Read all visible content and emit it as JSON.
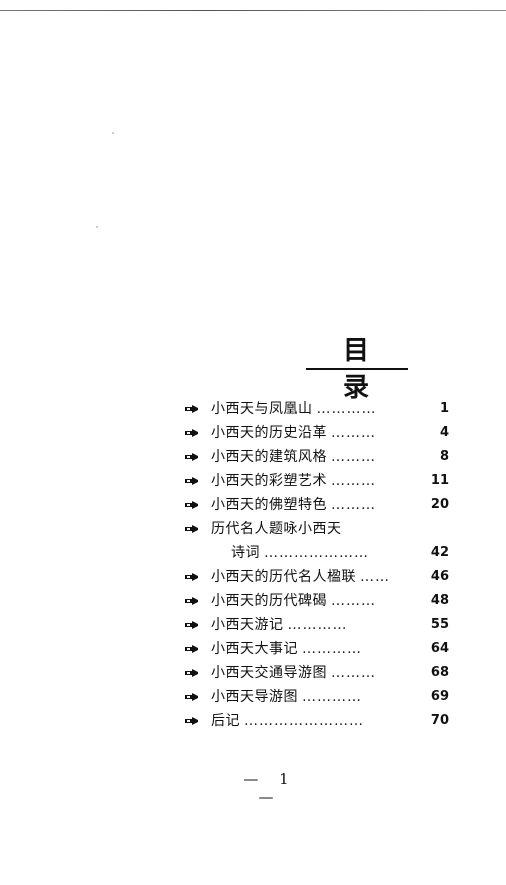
{
  "toc": {
    "title": "目  录",
    "entries": [
      {
        "title": "小西天与凤凰山",
        "dots": "…………",
        "page": "1"
      },
      {
        "title": "小西天的历史沿革",
        "dots": "………",
        "page": "4"
      },
      {
        "title": "小西天的建筑风格",
        "dots": "………",
        "page": "8"
      },
      {
        "title": "小西天的彩塑艺术",
        "dots": "………",
        "page": "11"
      },
      {
        "title": "小西天的佛塑特色",
        "dots": "………",
        "page": "20"
      },
      {
        "title": "历代名人题咏小西天",
        "dots": "",
        "page": ""
      },
      {
        "title": "诗词",
        "dots": "…………………",
        "page": "42"
      },
      {
        "title": "小西天的历代名人楹联",
        "dots": "……",
        "page": "46"
      },
      {
        "title": "小西天的历代碑碣",
        "dots": "………",
        "page": "48"
      },
      {
        "title": "小西天游记",
        "dots": "…………",
        "page": "55"
      },
      {
        "title": "小西天大事记",
        "dots": "…………",
        "page": "64"
      },
      {
        "title": "小西天交通导游图",
        "dots": "………",
        "page": "68"
      },
      {
        "title": "小西天导游图",
        "dots": "…………",
        "page": "69"
      },
      {
        "title": "后记",
        "dots": "……………………",
        "page": "70"
      }
    ]
  },
  "footer": {
    "page_number": "— 1 —"
  }
}
